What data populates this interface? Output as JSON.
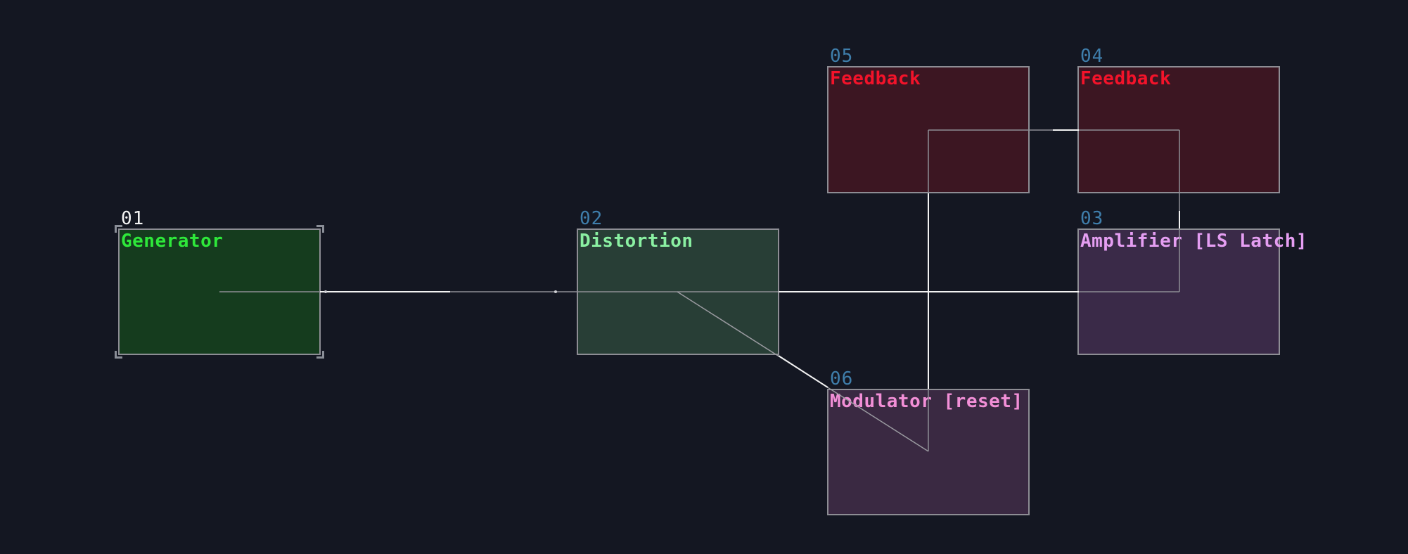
{
  "nodes": {
    "generator": {
      "id": "01",
      "title": "Generator",
      "fill": "#153c1e",
      "title_color": "#2ee83a",
      "id_color": "#f3f3f3"
    },
    "distortion": {
      "id": "02",
      "title": "Distortion",
      "fill": "#283e36",
      "title_color": "#8af0a2",
      "id_color": "#3f7eab"
    },
    "amplifier": {
      "id": "03",
      "title": "Amplifier [LS Latch]",
      "fill": "#3a2a48",
      "title_color": "#e59ef2",
      "id_color": "#3f7eab"
    },
    "feedback_04": {
      "id": "04",
      "title": "Feedback",
      "fill": "#3c1622",
      "title_color": "#f3132a",
      "id_color": "#3f7eab"
    },
    "feedback_05": {
      "id": "05",
      "title": "Feedback",
      "fill": "#3c1622",
      "title_color": "#f3132a",
      "id_color": "#3f7eab"
    },
    "modulator": {
      "id": "06",
      "title": "Modulator [reset]",
      "fill": "#3a2942",
      "title_color": "#f28fd7",
      "id_color": "#3f7eab"
    }
  },
  "colors": {
    "background": "#141722",
    "node_border": "#8d8d94",
    "wire_bright": "#f2f2f2",
    "wire_dim": "#8d8d94"
  }
}
